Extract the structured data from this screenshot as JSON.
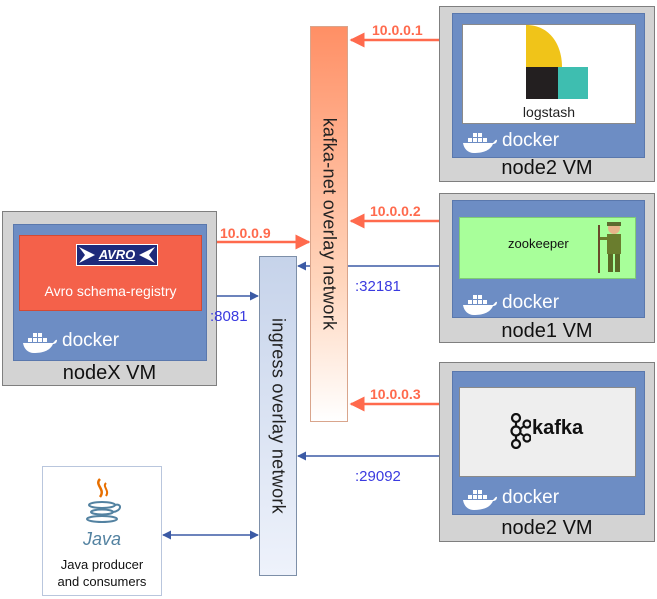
{
  "nodes": {
    "nodeX": {
      "vm_label": "nodeX VM",
      "service": "Avro schema-registry",
      "logo_text": "AVRO"
    },
    "node2_top": {
      "vm_label": "node2 VM",
      "service": "logstash"
    },
    "node1": {
      "vm_label": "node1 VM",
      "service": "zookeeper"
    },
    "node2_bottom": {
      "vm_label": "node2 VM",
      "service": "kafka"
    }
  },
  "docker_text": "docker",
  "networks": {
    "kafka_net": "kafka-net overlay network",
    "ingress": "ingress overlay network"
  },
  "ips": {
    "logstash": "10.0.0.1",
    "zookeeper": "10.0.0.2",
    "kafka": "10.0.0.3",
    "avro": "10.0.0.9"
  },
  "ports": {
    "zookeeper": ":32181",
    "avro": ":8081",
    "kafka": ":29092"
  },
  "java": {
    "logo_text": "Java",
    "label_line1": "Java producer",
    "label_line2": "and consumers"
  },
  "colors": {
    "kafka_net_gradient": [
      "#ffcfae",
      "#ff8f65"
    ],
    "ingress_gradient": [
      "#eef2fb",
      "#c6d3ea"
    ],
    "avro_box": "#f4614a",
    "zookeeper_box": "#a8ff9a",
    "docker_box": "#6d8dc4",
    "vm_box": "#d3d3d3",
    "ip_arrow": "#ff6a4d",
    "port_arrow": "#3b5aa5"
  }
}
